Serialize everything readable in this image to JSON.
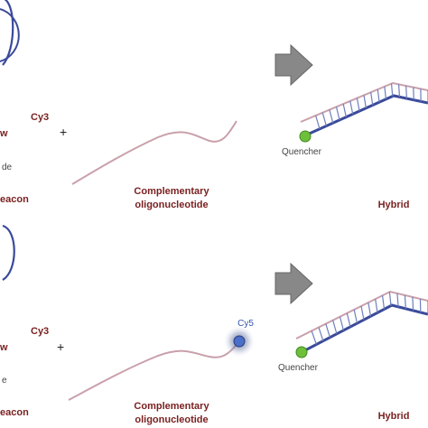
{
  "top_panel": {
    "probe_fragments": [
      "Cy3",
      "w",
      "de",
      "eacon"
    ],
    "plus": "+",
    "oligo_label": [
      "Complementary",
      "oligonucleotide"
    ],
    "quencher_label": "Quencher",
    "result_label": "Hybrid"
  },
  "bottom_panel": {
    "probe_fragments": [
      "Cy3",
      "w",
      "e",
      "eacon"
    ],
    "plus": "+",
    "oligo_fluor_label": "Cy5",
    "oligo_label": [
      "Complementary",
      "oligonucleotide"
    ],
    "quencher_label": "Quencher",
    "result_label": "Hybrid"
  },
  "colors": {
    "label_dark_red": "#7a1f1f",
    "oligo_strand": "#c9a0ab",
    "probe_strand": "#3a4a9a",
    "rung": "#6d7fbf",
    "quencher_green": "#6fbf3a",
    "cy5_blue": "#4a6fc8",
    "arrow_gray": "#888888"
  }
}
